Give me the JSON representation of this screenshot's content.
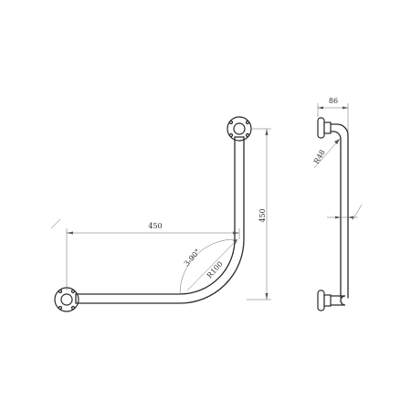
{
  "labels": {
    "horizontal_length": "450",
    "vertical_length": "450",
    "angle": "3-90°",
    "bend_radius": "R100",
    "side_depth": "86",
    "side_radius": "R48"
  }
}
